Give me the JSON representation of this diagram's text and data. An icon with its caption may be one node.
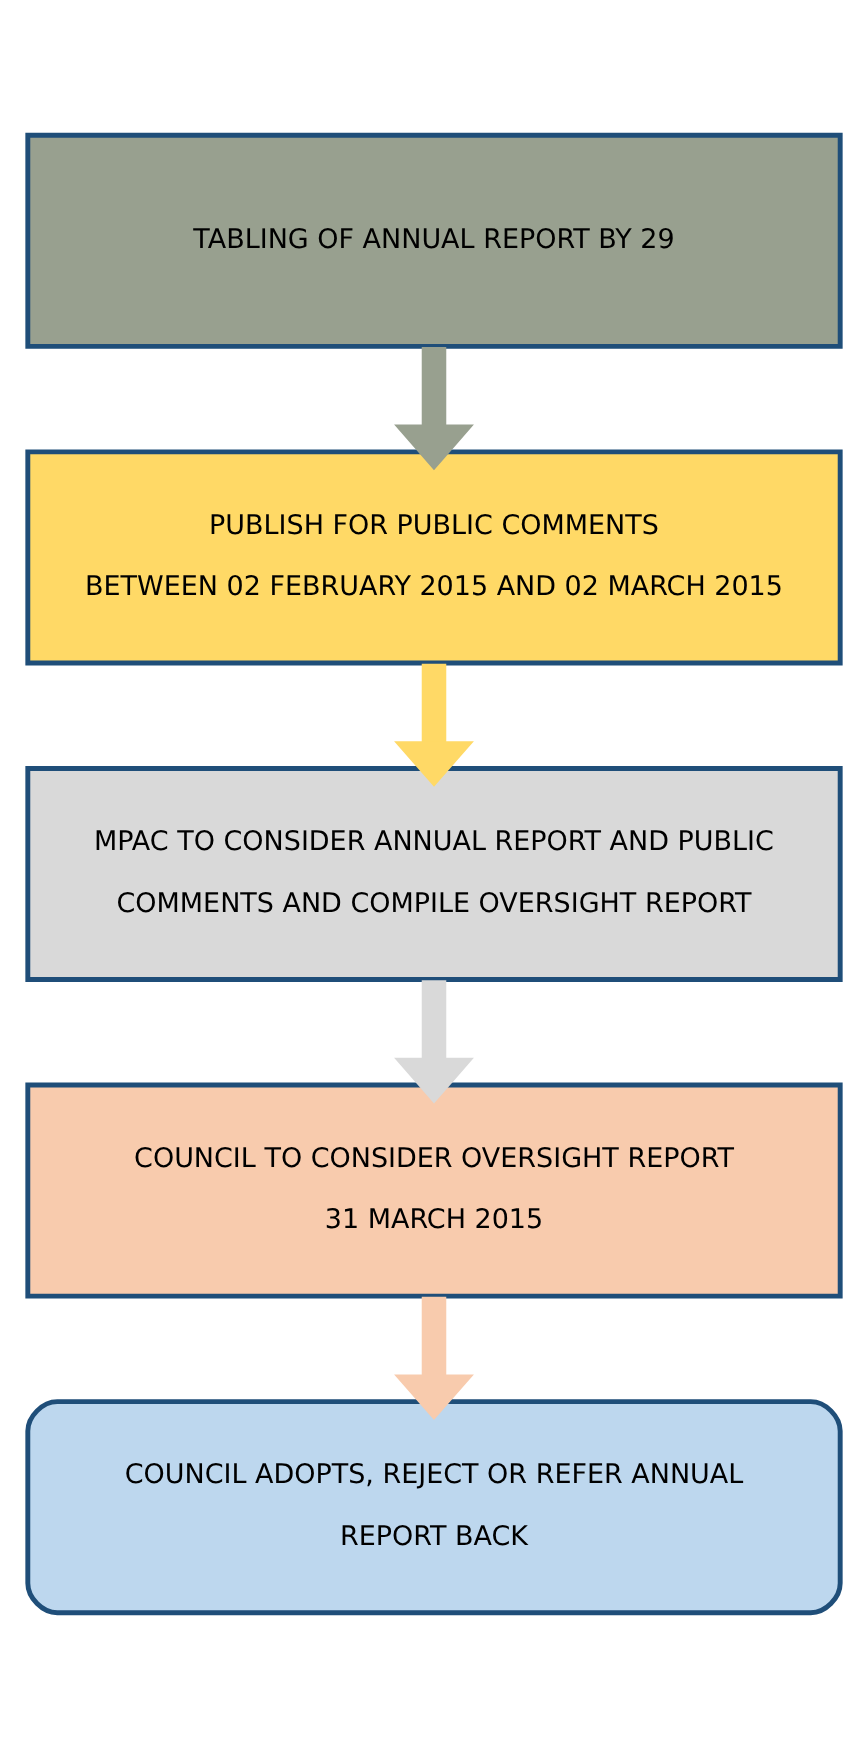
{
  "diagram": {
    "nodes": [
      {
        "text": [
          "TABLING OF ANNUAL REPORT BY 29"
        ]
      },
      {
        "text": [
          "PUBLISH FOR PUBLIC COMMENTS",
          "BETWEEN 02 FEBRUARY 2015 AND 02 MARCH 2015"
        ]
      },
      {
        "text": [
          "MPAC TO CONSIDER ANNUAL REPORT AND PUBLIC COMMENTS AND COMPILE OVERSIGHT REPORT"
        ]
      },
      {
        "text": [
          "COUNCIL TO CONSIDER OVERSIGHT REPORT",
          "31 MARCH 2015"
        ]
      },
      {
        "text": [
          "COUNCIL ADOPTS, REJECT OR REFER ANNUAL REPORT BACK"
        ]
      }
    ],
    "edges": [
      {
        "from": 0,
        "to": 1,
        "arrow": "to",
        "color": "#98a08f"
      },
      {
        "from": 1,
        "to": 2,
        "arrow": "to",
        "color": "#ffd966"
      },
      {
        "from": 2,
        "to": 3,
        "arrow": "to",
        "color": "#d9d9d9"
      },
      {
        "from": 3,
        "to": 4,
        "arrow": "to",
        "color": "#f8cbad"
      }
    ]
  }
}
